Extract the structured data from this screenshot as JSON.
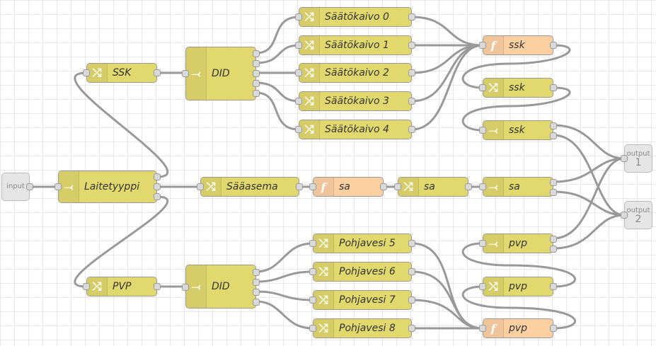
{
  "input": {
    "label": "input"
  },
  "outputs": [
    {
      "label": "output",
      "num": "1"
    },
    {
      "label": "output",
      "num": "2"
    }
  ],
  "nodes": {
    "laitetyyppi": "Laitetyyppi",
    "ssk_change": "SSK",
    "pvp_change": "PVP",
    "did_top": "DID",
    "did_bottom": "DID",
    "saatokaivo0": "Säätökaivo 0",
    "saatokaivo1": "Säätökaivo 1",
    "saatokaivo2": "Säätökaivo 2",
    "saatokaivo3": "Säätökaivo 3",
    "saatokaivo4": "Säätökaivo 4",
    "f_ssk": "ssk",
    "ssk2": "ssk",
    "ssk3": "ssk",
    "saaasema": "Sääasema",
    "f_sa": "sa",
    "sa2": "sa",
    "sa3": "sa",
    "pohjavesi5": "Pohjavesi 5",
    "pohjavesi6": "Pohjavesi 6",
    "pohjavesi7": "Pohjavesi 7",
    "pohjavesi8": "Pohjavesi 8",
    "pvp1": "pvp",
    "pvp2": "pvp",
    "f_pvp": "pvp"
  }
}
